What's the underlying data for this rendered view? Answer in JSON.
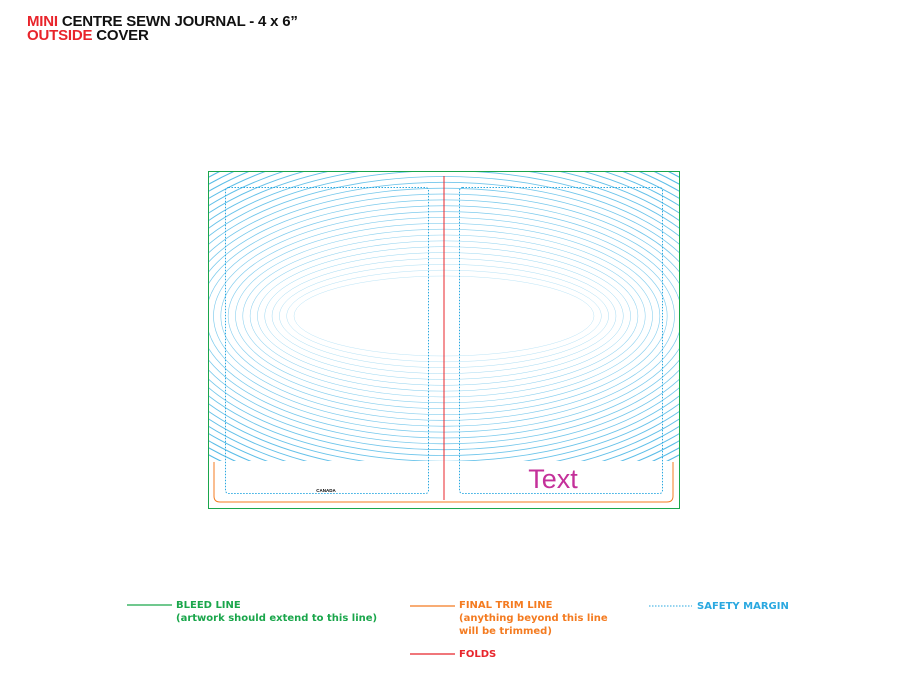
{
  "header": {
    "line1_red": "MINI",
    "line1_rest": " CENTRE SEWN JOURNAL - 4 x 6”",
    "line2_red": "OUTSIDE",
    "line2_rest": " COVER"
  },
  "cover": {
    "placeholder_text": "Text",
    "back_label": "CANADA"
  },
  "legend": {
    "bleed": {
      "label": "BLEED LINE",
      "note": "(artwork should extend to this line)"
    },
    "trim": {
      "label": "FINAL TRIM LINE",
      "note_line1": "(anything beyond this line",
      "note_line2": "will be trimmed)"
    },
    "folds": {
      "label": "FOLDS"
    },
    "safety": {
      "label": "SAFETY MARGIN"
    }
  },
  "colors": {
    "bleed": "#1aa64b",
    "trim": "#f47b20",
    "folds": "#e8242b",
    "safety": "#2aa8e0",
    "pattern": "#29a9e1",
    "placeholder_text": "#c4309a"
  }
}
